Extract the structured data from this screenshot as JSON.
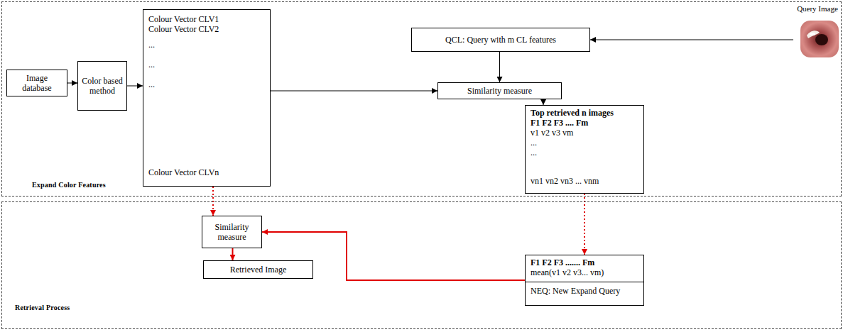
{
  "diagram": {
    "nodes": [
      {
        "text": [
          "Expand Color Features"
        ]
      },
      {
        "text": [
          "Image database"
        ],
        "in": 0
      },
      {
        "text": [
          "Color based method"
        ],
        "in": 0
      },
      {
        "text": [
          "Colour Vector CLV1",
          "Colour Vector CLV2",
          "...",
          "...",
          "...",
          "Colour Vector CLVn"
        ],
        "in": 0
      },
      {
        "text": [
          "QCL: Query with m CL features"
        ],
        "in": 0
      },
      {
        "text": [
          "Query Image"
        ],
        "in": 0
      },
      {
        "text": [
          "Similarity measure"
        ],
        "in": 0
      },
      {
        "text": [
          "Top retrieved n images",
          "F1 F2 F3 .... Fm",
          "v1 v2 v3 vm",
          "...",
          "...",
          "vn1 vn2 vn3 ... vnm"
        ],
        "in": 0
      },
      {
        "text": [
          "Retrieval Process"
        ]
      },
      {
        "text": [
          "Similarity measure"
        ],
        "in": 8
      },
      {
        "text": [
          "Retrieved Image"
        ],
        "in": 8
      },
      {
        "text": [
          "F1 F2 F3 ....... Fm",
          "mean(v1 v2 v3... vm)",
          "NEQ: New Expand Query"
        ],
        "in": 8
      }
    ],
    "edges": [
      {
        "from": 1,
        "to": 2,
        "arrow": "to"
      },
      {
        "from": 2,
        "to": 3,
        "arrow": "to"
      },
      {
        "from": 3,
        "to": 6,
        "arrow": "to"
      },
      {
        "from": 5,
        "to": 4,
        "arrow": "to"
      },
      {
        "from": 4,
        "to": 6,
        "arrow": "to"
      },
      {
        "from": 6,
        "to": 7,
        "arrow": "to"
      },
      {
        "from": 3,
        "to": 9,
        "arrow": "to"
      },
      {
        "from": 7,
        "to": 11,
        "arrow": "to"
      },
      {
        "from": 11,
        "to": 9,
        "arrow": "to"
      },
      {
        "from": 9,
        "to": 10,
        "arrow": "to"
      }
    ]
  }
}
